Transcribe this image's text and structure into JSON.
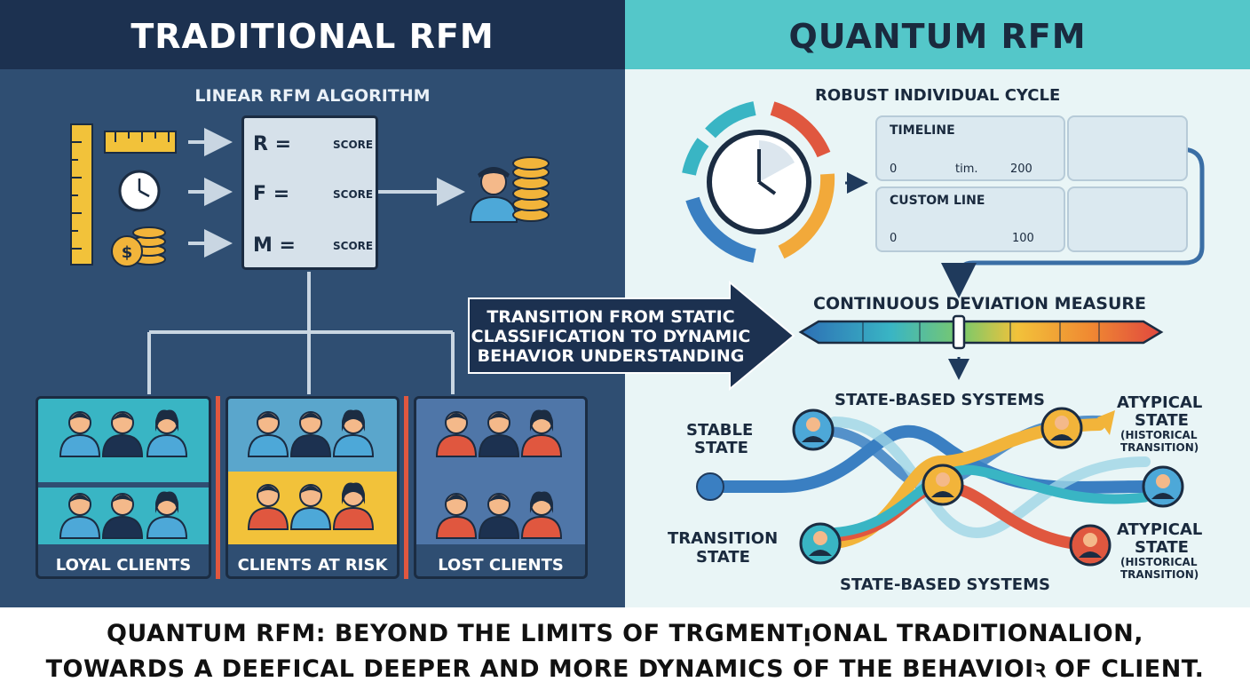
{
  "traditional": {
    "title": "TRADITIONAL RFM",
    "subtitle": "LINEAR RFM ALGORITHM",
    "rows": [
      {
        "letter": "R =",
        "score": "SCORE",
        "icon": "ruler-icon"
      },
      {
        "letter": "F =",
        "score": "SCORE",
        "icon": "clock-icon"
      },
      {
        "letter": "M =",
        "score": "SCORE",
        "icon": "dollar-coin-icon"
      }
    ],
    "segments": [
      {
        "label": "LOYAL CLIENTS"
      },
      {
        "label": "CLIENTS AT RISK"
      },
      {
        "label": "LOST CLIENTS"
      }
    ]
  },
  "quantum": {
    "title": "QUANTUM RFM",
    "cycle_title": "ROBUST INDIVIDUAL CYCLE",
    "timeline": {
      "label": "TIMELINE",
      "start": "0",
      "mid": "tim.",
      "end": "200"
    },
    "custom_line": {
      "label": "CUSTOM LINE",
      "start": "0",
      "end": "100"
    },
    "deviation_title": "CONTINUOUS DEVIATION MEASURE",
    "states_top": "STATE-BASED SYSTEMS",
    "states_bottom": "STATE-BASED SYSTEMS",
    "stable_1": "STABLE",
    "stable_2": "STATE",
    "transition_1": "TRANSITION",
    "transition_2": "STATE",
    "atypical_1_a": "ATYPICAL",
    "atypical_1_b": "STATE",
    "atypical_1_c": "(HISTORICAL",
    "atypical_1_d": "TRANSITION)",
    "atypical_2_a": "ATYPICAL",
    "atypical_2_b": "STATE",
    "atypical_2_c": "(HISTORICAL",
    "atypical_2_d": "TRANSITION)"
  },
  "transition": {
    "line1": "TRANSITION FROM STATIC",
    "line2": "CLASSIFICATION TO DYNAMIC",
    "line3": "BEHAVIOR UNDERSTANDING"
  },
  "footer": {
    "line1": "QUANTUM RFM: BEYOND THE LIMITS OF TRGMENTᴉONAL TRADITIONALION,",
    "line2": "TOWARDS A DEEFICAL DEEPER AND MORE DYNAMICS OF THE BEHAVIOIꝛ OF CLIENT."
  },
  "colors": {
    "dark_navy": "#1c3150",
    "panel_blue": "#2f4e72",
    "teal": "#54c7c9",
    "gold": "#f2b43a",
    "red": "#e0573f",
    "blue": "#3a7fc2"
  }
}
